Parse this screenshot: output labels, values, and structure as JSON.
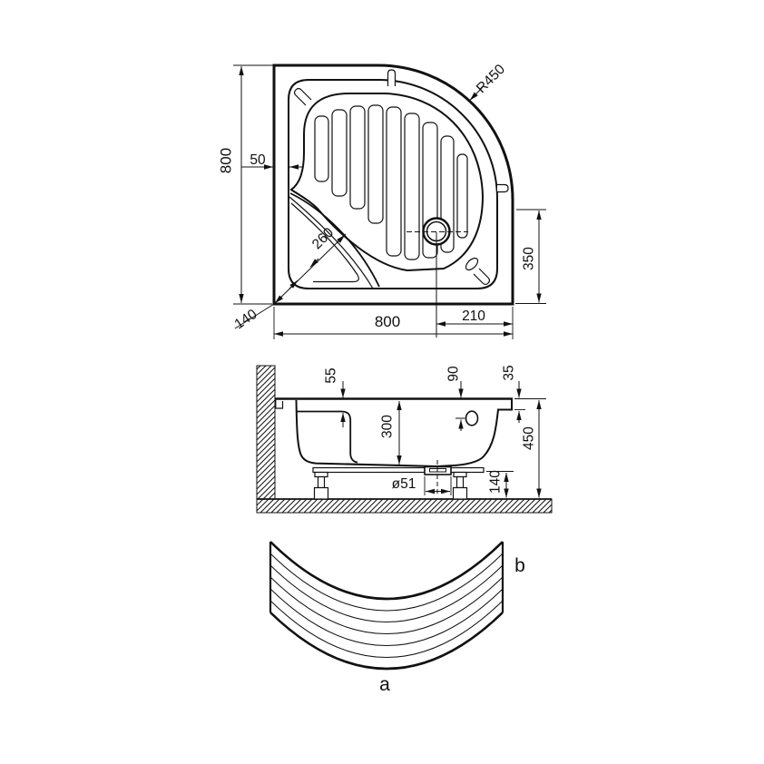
{
  "drawing": {
    "plan": {
      "side_left": "800",
      "side_bottom": "800",
      "rim_width": "50",
      "corner_diagonal": "140",
      "seat_diagonal": "260",
      "corner_radius": "R450",
      "drain_to_edge": "210",
      "drain_to_front": "350"
    },
    "section": {
      "seat_drop": "55",
      "basin_depth": "300",
      "overflow_drop": "90",
      "rim_height": "35",
      "total_height": "450",
      "clearance": "140",
      "drain_diameter": "ø51"
    },
    "apron": {
      "bottom_label": "a",
      "side_label": "b"
    }
  }
}
